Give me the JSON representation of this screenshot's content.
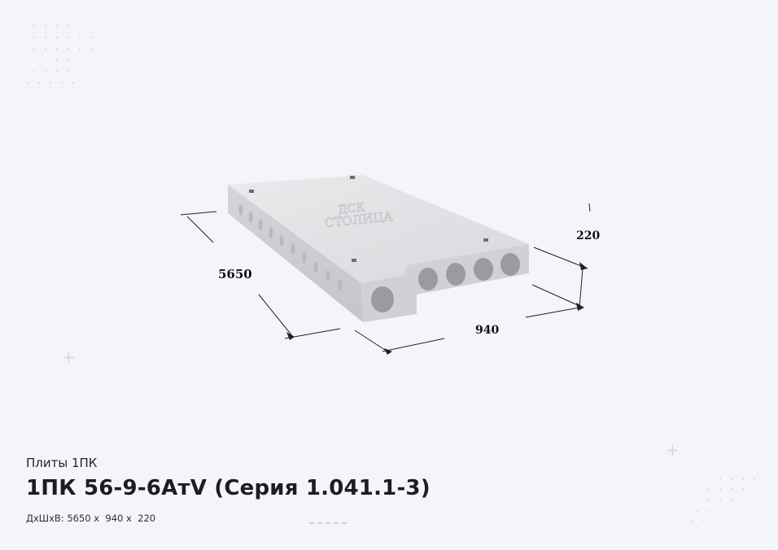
{
  "category": "Плиты 1ПК",
  "product": {
    "title": "1ПК 56-9-6АтV (Серия 1.041.1-3)",
    "dims_label": "ДхШхВ:",
    "length": "5650",
    "width": "940",
    "height": "220",
    "separator": "x"
  },
  "drawing": {
    "length_label": "5650",
    "width_label": "940",
    "height_label": "220",
    "logo_text": "СТОЛИЦА"
  },
  "colors": {
    "background": "#f4f5f9",
    "concrete": "#dfe0e3",
    "text": "#1b1d22"
  },
  "icons": [
    "plus-icon",
    "dot-grid-decoration"
  ]
}
